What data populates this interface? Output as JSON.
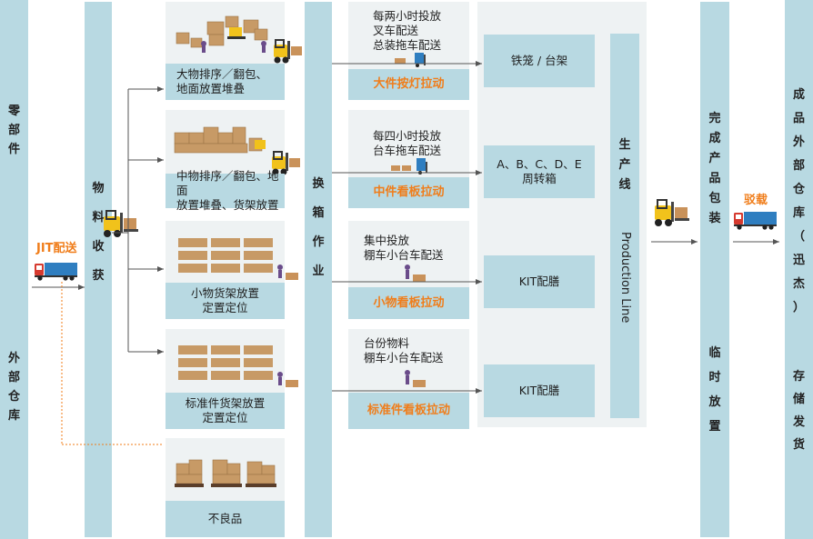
{
  "left_col": {
    "top": [
      "零",
      "部",
      "件"
    ],
    "bottom": [
      "外",
      "部",
      "仓",
      "库"
    ]
  },
  "jit_label": "JIT配送",
  "receive_col": [
    "物",
    "料",
    "收",
    "获"
  ],
  "storage": [
    {
      "label": "大物排序／翻包、\n地面放置堆叠"
    },
    {
      "label": "中物排序／翻包、地面\n放置堆叠、货架放置"
    },
    {
      "label": "小物货架放置\n定置定位"
    },
    {
      "label": "标准件货架放置\n定置定位"
    },
    {
      "label": "不良品"
    }
  ],
  "exchange_col": [
    "换",
    "箱",
    "作",
    "业"
  ],
  "delivery": [
    {
      "desc": "每两小时投放\n叉车配送\n总装拖车配送",
      "pull": "大件按灯拉动"
    },
    {
      "desc": "每四小时投放\n台车拖车配送",
      "pull": "中件看板拉动"
    },
    {
      "desc": "集中投放\n棚车小台车配送",
      "pull": "小物看板拉动"
    },
    {
      "desc": "台份物料\n棚车小台车配送",
      "pull": "标准件看板拉动"
    }
  ],
  "line_boxes": [
    {
      "label": "铁笼 / 台架"
    },
    {
      "label": "A、B、C、D、E\n周转箱"
    },
    {
      "label": "KIT配膳"
    },
    {
      "label": "KIT配膳"
    }
  ],
  "production_line": {
    "cn": [
      "生",
      "产",
      "线"
    ],
    "en": "Production Line"
  },
  "finished_col": {
    "top": [
      "完",
      "成",
      "产",
      "品",
      "包",
      "装"
    ],
    "bottom": [
      "临",
      "时",
      "放",
      "置"
    ]
  },
  "transfer_label": "驳载",
  "output_col": {
    "top": [
      "成",
      "品",
      "外",
      "部",
      "仓",
      "库",
      "（",
      "迅",
      "杰",
      "）"
    ],
    "bottom": [
      "存",
      "储",
      "发",
      "货"
    ]
  },
  "colors": {
    "column": "#b8d9e2",
    "panel": "#eef2f3",
    "accent": "#f07d1a",
    "arrow": "#555555"
  }
}
